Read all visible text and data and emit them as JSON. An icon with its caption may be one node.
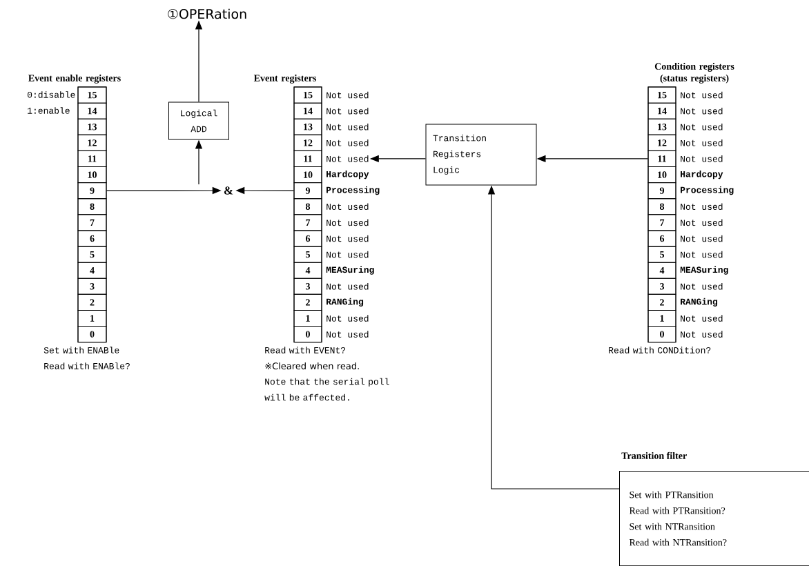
{
  "diagram": {
    "nodes": [
      {
        "text": [
          "Event enable registers"
        ],
        "beside": [
          "0:disable",
          "1:enable",
          "Set with ENABle",
          "Read with ENABle?"
        ]
      },
      {
        "text": [
          "15"
        ],
        "in": 0
      },
      {
        "text": [
          "14"
        ],
        "in": 0
      },
      {
        "text": [
          "13"
        ],
        "in": 0
      },
      {
        "text": [
          "12"
        ],
        "in": 0
      },
      {
        "text": [
          "11"
        ],
        "in": 0
      },
      {
        "text": [
          "10"
        ],
        "in": 0
      },
      {
        "text": [
          "9"
        ],
        "in": 0
      },
      {
        "text": [
          "8"
        ],
        "in": 0
      },
      {
        "text": [
          "7"
        ],
        "in": 0
      },
      {
        "text": [
          "6"
        ],
        "in": 0
      },
      {
        "text": [
          "5"
        ],
        "in": 0
      },
      {
        "text": [
          "4"
        ],
        "in": 0
      },
      {
        "text": [
          "3"
        ],
        "in": 0
      },
      {
        "text": [
          "2"
        ],
        "in": 0
      },
      {
        "text": [
          "1"
        ],
        "in": 0
      },
      {
        "text": [
          "0"
        ],
        "in": 0
      },
      {
        "text": [
          "Logical ADD"
        ]
      },
      {
        "text": [
          "&"
        ]
      },
      {
        "text": [
          "①OPERation"
        ]
      },
      {
        "text": [
          "Event registers"
        ],
        "beside": [
          "Read with EVENt?",
          "※Cleared when read.",
          "Note that the serial poll will be affected."
        ]
      },
      {
        "text": [
          "15"
        ],
        "in": 20,
        "beside": [
          "Not used"
        ]
      },
      {
        "text": [
          "14"
        ],
        "in": 20,
        "beside": [
          "Not used"
        ]
      },
      {
        "text": [
          "13"
        ],
        "in": 20,
        "beside": [
          "Not used"
        ]
      },
      {
        "text": [
          "12"
        ],
        "in": 20,
        "beside": [
          "Not used"
        ]
      },
      {
        "text": [
          "11"
        ],
        "in": 20,
        "beside": [
          "Not used"
        ]
      },
      {
        "text": [
          "10"
        ],
        "in": 20,
        "beside": [
          "Hardcopy"
        ]
      },
      {
        "text": [
          "9"
        ],
        "in": 20,
        "beside": [
          "Processing"
        ]
      },
      {
        "text": [
          "8"
        ],
        "in": 20,
        "beside": [
          "Not used"
        ]
      },
      {
        "text": [
          "7"
        ],
        "in": 20,
        "beside": [
          "Not used"
        ]
      },
      {
        "text": [
          "6"
        ],
        "in": 20,
        "beside": [
          "Not used"
        ]
      },
      {
        "text": [
          "5"
        ],
        "in": 20,
        "beside": [
          "Not used"
        ]
      },
      {
        "text": [
          "4"
        ],
        "in": 20,
        "beside": [
          "MEASuring"
        ]
      },
      {
        "text": [
          "3"
        ],
        "in": 20,
        "beside": [
          "Not used"
        ]
      },
      {
        "text": [
          "2"
        ],
        "in": 20,
        "beside": [
          "RANGing"
        ]
      },
      {
        "text": [
          "1"
        ],
        "in": 20,
        "beside": [
          "Not used"
        ]
      },
      {
        "text": [
          "0"
        ],
        "in": 20,
        "beside": [
          "Not used"
        ]
      },
      {
        "text": [
          "Transition Registers Logic"
        ]
      },
      {
        "text": [
          "Condition registers (status registers)"
        ],
        "beside": [
          "Read with CONDition?"
        ]
      },
      {
        "text": [
          "15"
        ],
        "in": 38,
        "beside": [
          "Not used"
        ]
      },
      {
        "text": [
          "14"
        ],
        "in": 38,
        "beside": [
          "Not used"
        ]
      },
      {
        "text": [
          "13"
        ],
        "in": 38,
        "beside": [
          "Not used"
        ]
      },
      {
        "text": [
          "12"
        ],
        "in": 38,
        "beside": [
          "Not used"
        ]
      },
      {
        "text": [
          "11"
        ],
        "in": 38,
        "beside": [
          "Not used"
        ]
      },
      {
        "text": [
          "10"
        ],
        "in": 38,
        "beside": [
          "Hardcopy"
        ]
      },
      {
        "text": [
          "9"
        ],
        "in": 38,
        "beside": [
          "Processing"
        ]
      },
      {
        "text": [
          "8"
        ],
        "in": 38,
        "beside": [
          "Not used"
        ]
      },
      {
        "text": [
          "7"
        ],
        "in": 38,
        "beside": [
          "Not used"
        ]
      },
      {
        "text": [
          "6"
        ],
        "in": 38,
        "beside": [
          "Not used"
        ]
      },
      {
        "text": [
          "5"
        ],
        "in": 38,
        "beside": [
          "Not used"
        ]
      },
      {
        "text": [
          "4"
        ],
        "in": 38,
        "beside": [
          "MEASuring"
        ]
      },
      {
        "text": [
          "3"
        ],
        "in": 38,
        "beside": [
          "Not used"
        ]
      },
      {
        "text": [
          "2"
        ],
        "in": 38,
        "beside": [
          "RANGing"
        ]
      },
      {
        "text": [
          "1"
        ],
        "in": 38,
        "beside": [
          "Not used"
        ]
      },
      {
        "text": [
          "0"
        ],
        "in": 38,
        "beside": [
          "Not used"
        ]
      },
      {
        "text": [
          "Transition filter",
          "Set with PTRansition",
          "Read with PTRansition?",
          "Set with NTRansition",
          "Read with NTRansition?"
        ]
      }
    ],
    "edges": [
      {
        "from": 7,
        "to": 18,
        "arrow": "to"
      },
      {
        "from": 27,
        "to": 18,
        "arrow": "to"
      },
      {
        "from": 18,
        "to": 17,
        "arrow": "to"
      },
      {
        "from": 17,
        "to": 19,
        "arrow": "to"
      },
      {
        "from": 37,
        "to": 25,
        "arrow": "to"
      },
      {
        "from": 43,
        "to": 37,
        "arrow": "to"
      },
      {
        "from": 55,
        "to": 37,
        "arrow": "to"
      }
    ]
  }
}
